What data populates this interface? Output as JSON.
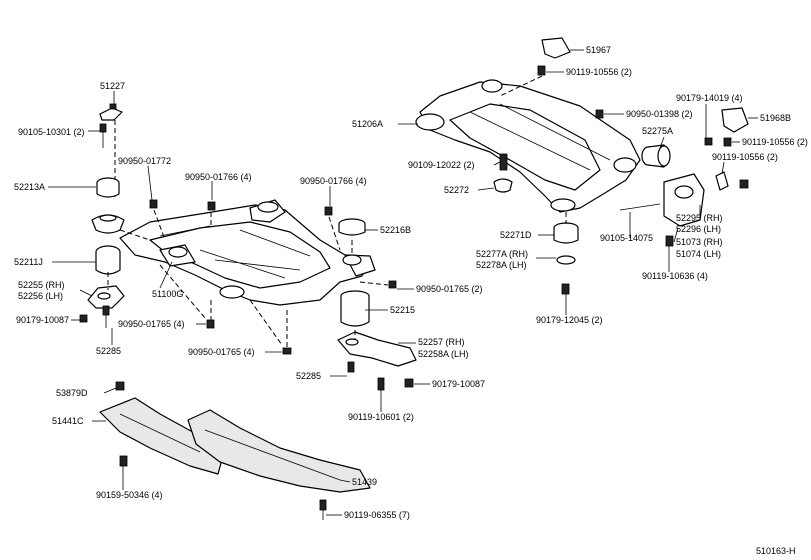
{
  "diagram_id": "510163-H",
  "labels": [
    {
      "id": "51227",
      "text": "51227"
    },
    {
      "id": "90105-10301",
      "text": "90105-10301 (2)"
    },
    {
      "id": "52213A",
      "text": "52213A"
    },
    {
      "id": "90950-01772",
      "text": "90950-01772"
    },
    {
      "id": "90950-01766a",
      "text": "90950-01766 (4)"
    },
    {
      "id": "90950-01766b",
      "text": "90950-01766 (4)"
    },
    {
      "id": "52211J",
      "text": "52211J"
    },
    {
      "id": "52255",
      "text": "52255 (RH)"
    },
    {
      "id": "52256",
      "text": "52256 (LH)"
    },
    {
      "id": "51100G",
      "text": "51100G"
    },
    {
      "id": "52216B",
      "text": "52216B"
    },
    {
      "id": "90950-01765a",
      "text": "90950-01765 (2)"
    },
    {
      "id": "90179-10087a",
      "text": "90179-10087"
    },
    {
      "id": "90950-01765b",
      "text": "90950-01765 (4)"
    },
    {
      "id": "52215",
      "text": "52215"
    },
    {
      "id": "52285a",
      "text": "52285"
    },
    {
      "id": "90950-01765c",
      "text": "90950-01765 (4)"
    },
    {
      "id": "52257",
      "text": "52257  (RH)"
    },
    {
      "id": "52258A",
      "text": "52258A (LH)"
    },
    {
      "id": "52285b",
      "text": "52285"
    },
    {
      "id": "90179-10087b",
      "text": "90179-10087"
    },
    {
      "id": "90119-10601",
      "text": "90119-10601 (2)"
    },
    {
      "id": "53879D",
      "text": "53879D"
    },
    {
      "id": "51441C",
      "text": "51441C"
    },
    {
      "id": "51439",
      "text": "51439"
    },
    {
      "id": "90159-50346",
      "text": "90159-50346 (4)"
    },
    {
      "id": "90119-06355",
      "text": "90119-06355 (7)"
    },
    {
      "id": "51967",
      "text": "51967"
    },
    {
      "id": "90119-10556a",
      "text": "90119-10556 (2)"
    },
    {
      "id": "51206A",
      "text": "51206A"
    },
    {
      "id": "90950-01398",
      "text": "90950-01398 (2)"
    },
    {
      "id": "90179-14019",
      "text": "90179-14019 (4)"
    },
    {
      "id": "51968B",
      "text": "51968B"
    },
    {
      "id": "52275A",
      "text": "52275A"
    },
    {
      "id": "90119-10556b",
      "text": "90119-10556 (2)"
    },
    {
      "id": "90109-12022",
      "text": "90109-12022 (2)"
    },
    {
      "id": "90119-10556c",
      "text": "90119-10556 (2)"
    },
    {
      "id": "52272",
      "text": "52272"
    },
    {
      "id": "52295",
      "text": "52295 (RH)"
    },
    {
      "id": "52296",
      "text": "52296 (LH)"
    },
    {
      "id": "52271D",
      "text": "52271D"
    },
    {
      "id": "90105-14075",
      "text": "90105-14075"
    },
    {
      "id": "51073",
      "text": "51073 (RH)"
    },
    {
      "id": "51074",
      "text": "51074 (LH)"
    },
    {
      "id": "52277A",
      "text": "52277A (RH)"
    },
    {
      "id": "52278A",
      "text": "52278A (LH)"
    },
    {
      "id": "90119-10636",
      "text": "90119-10636 (4)"
    },
    {
      "id": "90179-12045",
      "text": "90179-12045 (2)"
    }
  ]
}
